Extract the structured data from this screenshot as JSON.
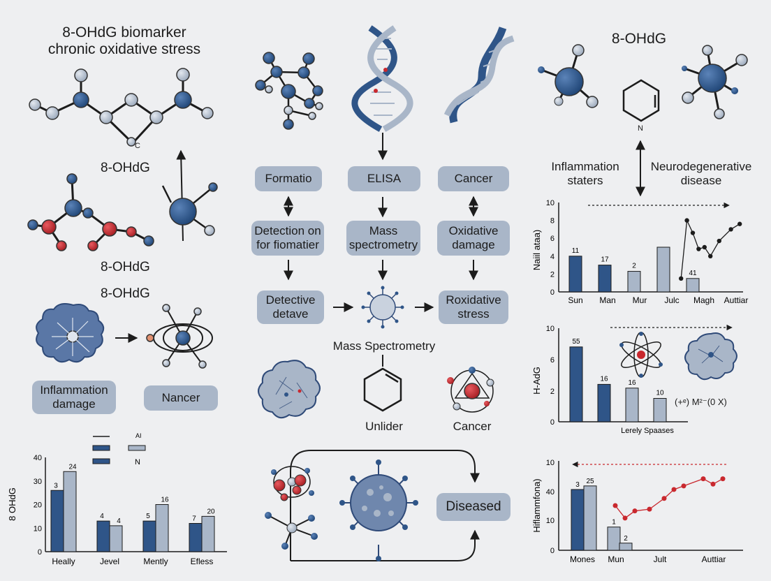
{
  "colors": {
    "navy": "#2f5588",
    "gray_blue": "#a9b6c8",
    "red": "#c9282e",
    "background": "#eeeff1"
  },
  "left": {
    "title_line1": "8-OHdG biomarker",
    "title_line2": "chronic oxidative stress",
    "atom_label_c": "C",
    "label_1": "8-OHdG",
    "label_2": "8-OHdG",
    "label_3": "8-OHdG",
    "pill_inflammation_line1": "Inflammation",
    "pill_inflammation_line2": "damage",
    "pill_nancer": "Nancer"
  },
  "center": {
    "pills": {
      "formation": "Formatio",
      "elisa": "ELISA",
      "cancer": "Cancer",
      "detection_line1": "Detection on",
      "detection_line2": "for fiomatier",
      "mass_line1": "Mass",
      "mass_line2": "spectrometry",
      "oxidative_line1": "Oxidative",
      "oxidative_line2": "damage",
      "detective_line1": "Detective",
      "detective_line2": "detave",
      "roxidative_line1": "Roxidative",
      "roxidative_line2": "stress",
      "diseased": "Diseased"
    },
    "mass_spectrometry_label": "Mass Spectrometry",
    "unlider_label": "Unlider",
    "cancer_label": "Cancer"
  },
  "right": {
    "title": "8-OHdG",
    "n_label": "N",
    "inflammation_line1": "Inflammation",
    "inflammation_line2": "staters",
    "neuro_line1": "Neurodegenerative",
    "neuro_line2": "disease",
    "chart2_formula": "(+ᵉ) M²⁻(0 X)"
  },
  "chart_data": [
    {
      "type": "bar",
      "ylabel": "8 OHdG",
      "ylim": [
        0,
        40
      ],
      "y_ticks": [
        "40",
        "30",
        "20",
        "10",
        "0"
      ],
      "legend": [
        "AI",
        "N"
      ],
      "categories": [
        "Heally",
        "Jevel",
        "Mently",
        "Efless"
      ],
      "series": [
        {
          "values": [
            26,
            13,
            13,
            12
          ]
        },
        {
          "values": [
            34,
            11,
            20,
            15
          ]
        }
      ],
      "data_labels": [
        [
          "3",
          "4",
          "5",
          "7"
        ],
        [
          "24",
          "4",
          "16",
          "20"
        ]
      ]
    },
    {
      "type": "bar",
      "ylabel": "Naiil ataa)",
      "ylim": [
        0,
        10
      ],
      "y_ticks": [
        "10",
        "8",
        "6",
        "4",
        "2",
        "0"
      ],
      "categories": [
        "Sun",
        "Man",
        "Mur",
        "Julc",
        "Magh",
        "Auttiar"
      ],
      "bars": [
        {
          "value": 4.0,
          "label": "11"
        },
        {
          "value": 3.0,
          "label": "17"
        },
        {
          "value": 2.3,
          "label": "2"
        },
        {
          "value": 5.0,
          "label": ""
        },
        {
          "value": 1.5,
          "label": "41"
        }
      ],
      "line_points": [
        [
          4.6,
          1.5
        ],
        [
          4.8,
          8.0
        ],
        [
          5.0,
          6.6
        ],
        [
          5.2,
          4.8
        ],
        [
          5.4,
          5.0
        ],
        [
          5.6,
          4.0
        ],
        [
          5.9,
          5.7
        ],
        [
          6.3,
          7.0
        ],
        [
          6.6,
          7.6
        ]
      ]
    },
    {
      "type": "bar",
      "ylabel": "H-AdG",
      "ylim": [
        0,
        10
      ],
      "y_ticks": [
        "10",
        "6",
        "2",
        "0"
      ],
      "xlabel": "Lerely Spaases",
      "bars": [
        {
          "value": 8.0,
          "label": "55"
        },
        {
          "value": 4.0,
          "label": "16"
        },
        {
          "value": 3.6,
          "label": "16"
        },
        {
          "value": 2.5,
          "label": "10"
        }
      ]
    },
    {
      "type": "bar",
      "ylabel": "Hiflammfona)",
      "ylim": [
        0,
        50
      ],
      "y_ticks": [
        "10",
        "40",
        "10",
        "0"
      ],
      "categories": [
        "Mones",
        "Mun",
        "Jult",
        "Auttiar"
      ],
      "bars": [
        {
          "value": 34,
          "label": "3",
          "color": "navy"
        },
        {
          "value": 36,
          "label": "25",
          "color": "gray"
        },
        {
          "value": 13,
          "label": "1",
          "color": "gray"
        },
        {
          "value": 4,
          "label": "2",
          "color": "gray"
        }
      ],
      "line_points": [
        [
          1.9,
          25
        ],
        [
          2.1,
          18
        ],
        [
          2.3,
          22
        ],
        [
          2.6,
          23
        ],
        [
          2.9,
          29
        ],
        [
          3.1,
          34
        ],
        [
          3.3,
          36
        ],
        [
          3.7,
          40
        ],
        [
          3.9,
          37
        ],
        [
          4.1,
          40
        ]
      ]
    }
  ]
}
